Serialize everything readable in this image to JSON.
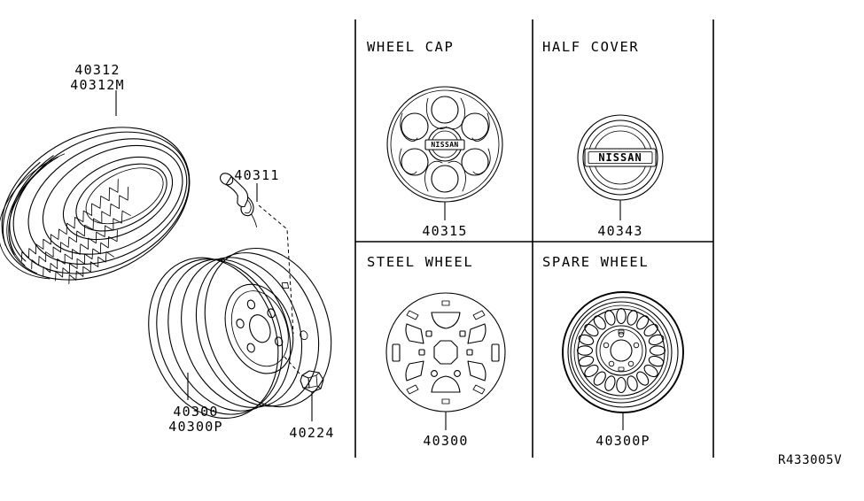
{
  "diagram": {
    "reference_code": "R433005V",
    "brand_logo_text": "NISSAN",
    "left_section": {
      "tire": {
        "label_line1": "40312",
        "label_line2": "40312M",
        "name": "tire"
      },
      "valve": {
        "label": "40311",
        "name": "tire-valve"
      },
      "road_wheel": {
        "label_line1": "40300",
        "label_line2": "40300P",
        "name": "road-wheel"
      },
      "lug_nut": {
        "label": "40224",
        "name": "wheel-nut"
      }
    },
    "panels": [
      {
        "title": "WHEEL CAP",
        "part_number": "40315",
        "cell": "top-left"
      },
      {
        "title": "HALF COVER",
        "part_number": "40343",
        "cell": "top-right"
      },
      {
        "title": "STEEL WHEEL",
        "part_number": "40300",
        "cell": "bottom-left"
      },
      {
        "title": "SPARE WHEEL",
        "part_number": "40300P",
        "cell": "bottom-right"
      }
    ],
    "colors": {
      "line": "#000000",
      "background": "#ffffff"
    }
  }
}
